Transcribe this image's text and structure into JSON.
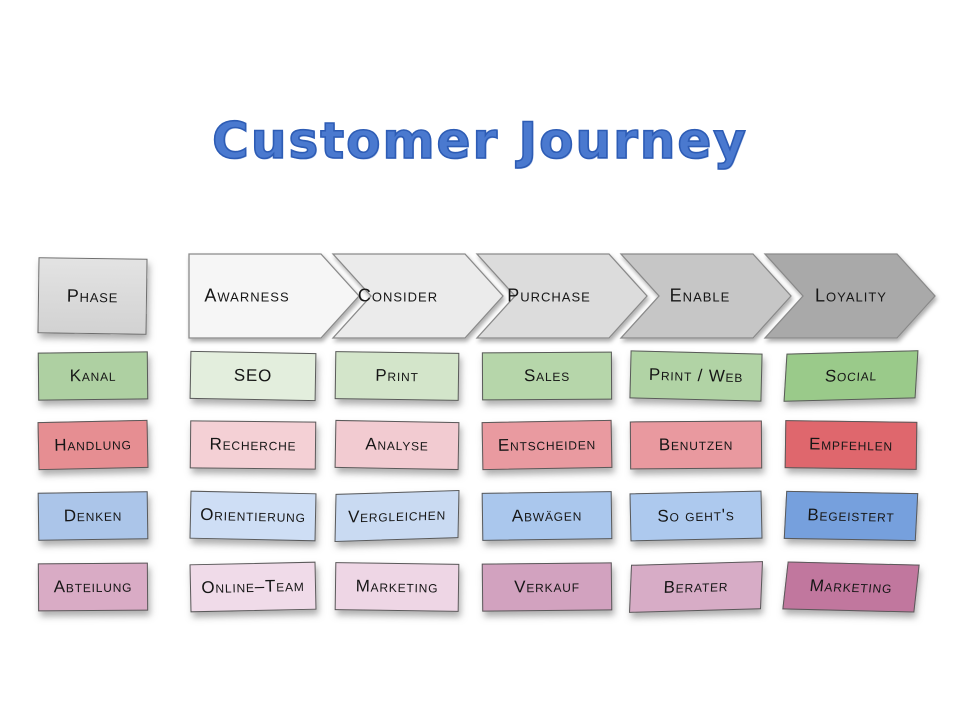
{
  "slide": {
    "title": "Customer Journey",
    "title_color": "#4a79cf",
    "background": "#ffffff",
    "text_color": "#161616",
    "border_color": "#5a5a5a"
  },
  "journey": {
    "phase_row": {
      "header": {
        "label": "Phase",
        "fill": "#d8d8d8"
      },
      "stages": [
        {
          "label": "Awarness",
          "fill": "#f6f6f6"
        },
        {
          "label": "Consider",
          "fill": "#ebebeb"
        },
        {
          "label": "Purchase",
          "fill": "#dcdcdc"
        },
        {
          "label": "Enable",
          "fill": "#c6c6c6"
        },
        {
          "label": "Loyality",
          "fill": "#a9a9a9"
        }
      ]
    },
    "rows": [
      {
        "name": "kanal",
        "header": {
          "label": "Kanal",
          "fill": "#aed0a2"
        },
        "cells": [
          {
            "label": "SEO",
            "fill": "#e3eedd"
          },
          {
            "label": "Print",
            "fill": "#d3e5ca"
          },
          {
            "label": "Sales",
            "fill": "#b6d6aa"
          },
          {
            "label": "Print / Web",
            "fill": "#b1d3a5"
          },
          {
            "label": "Social",
            "fill": "#9aca8a"
          }
        ]
      },
      {
        "name": "handlung",
        "header": {
          "label": "Handlung",
          "fill": "#e68e92"
        },
        "cells": [
          {
            "label": "Recherche",
            "fill": "#f4d0d5"
          },
          {
            "label": "Analyse",
            "fill": "#f2cbd1"
          },
          {
            "label": "Entscheiden",
            "fill": "#e99aa0"
          },
          {
            "label": "Benutzen",
            "fill": "#e9999f"
          },
          {
            "label": "Empfehlen",
            "fill": "#df676d"
          }
        ]
      },
      {
        "name": "denken",
        "header": {
          "label": "Denken",
          "fill": "#abc5e9"
        },
        "cells": [
          {
            "label": "Orientierung",
            "fill": "#cedef5"
          },
          {
            "label": "Vergleichen",
            "fill": "#c9daf2"
          },
          {
            "label": "Abwägen",
            "fill": "#aac7ed"
          },
          {
            "label": "So geht's",
            "fill": "#adc9ee"
          },
          {
            "label": "Begeistert",
            "fill": "#76a0dd"
          }
        ]
      },
      {
        "name": "abteilung",
        "header": {
          "label": "Abteilung",
          "fill": "#d9abc5"
        },
        "cells": [
          {
            "label": "Online–Team",
            "fill": "#f0dbe9"
          },
          {
            "label": "Marketing",
            "fill": "#eed6e5"
          },
          {
            "label": "Verkauf",
            "fill": "#d2a2bf"
          },
          {
            "label": "Berater",
            "fill": "#d7acc6"
          },
          {
            "label": "Marketing",
            "fill": "#c1779e"
          }
        ]
      }
    ]
  }
}
